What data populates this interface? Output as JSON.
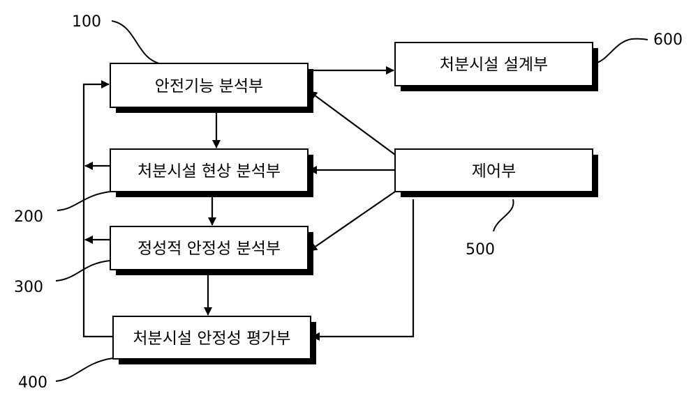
{
  "blocks": {
    "safety_function_analysis": "안전기능 분석부",
    "disposal_facility_design": "처분시설 설계부",
    "disposal_facility_phenomena_analysis": "처분시설 현상 분석부",
    "control": "제어부",
    "qualitative_safety_analysis": "정성적 안정성 분석부",
    "disposal_facility_safety_evaluation": "처분시설 안정성 평가부"
  },
  "refs": {
    "r100": "100",
    "r200": "200",
    "r300": "300",
    "r400": "400",
    "r500": "500",
    "r600": "600"
  }
}
